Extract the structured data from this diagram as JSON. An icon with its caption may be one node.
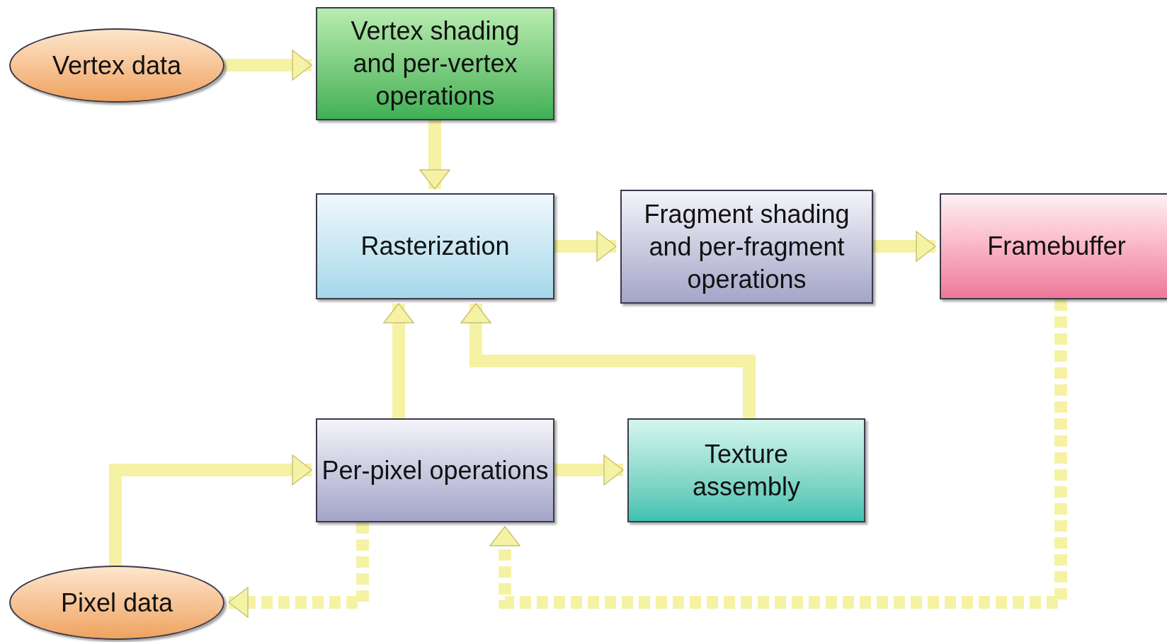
{
  "diagram": {
    "nodes": [
      {
        "text": [
          "Vertex data"
        ]
      },
      {
        "text": [
          "Vertex shading and per-vertex operations"
        ]
      },
      {
        "text": [
          "Rasterization"
        ]
      },
      {
        "text": [
          "Fragment shading and per-fragment operations"
        ]
      },
      {
        "text": [
          "Framebuffer"
        ]
      },
      {
        "text": [
          "Per-pixel operations"
        ]
      },
      {
        "text": [
          "Texture assembly"
        ]
      },
      {
        "text": [
          "Pixel data"
        ]
      }
    ],
    "edges": [
      {
        "from": 0,
        "to": 1,
        "arrow": "to"
      },
      {
        "from": 1,
        "to": 2,
        "arrow": "to"
      },
      {
        "from": 2,
        "to": 3,
        "arrow": "to"
      },
      {
        "from": 3,
        "to": 4,
        "arrow": "to"
      },
      {
        "from": 5,
        "to": 2,
        "arrow": "to"
      },
      {
        "from": 6,
        "to": 2,
        "arrow": "to"
      },
      {
        "from": 7,
        "to": 5,
        "arrow": "to"
      },
      {
        "from": 5,
        "to": 6,
        "arrow": "to"
      },
      {
        "from": 4,
        "to": 5,
        "arrow": "to",
        "style": "dashed"
      },
      {
        "from": 5,
        "to": 7,
        "arrow": "to",
        "style": "dashed"
      }
    ]
  }
}
